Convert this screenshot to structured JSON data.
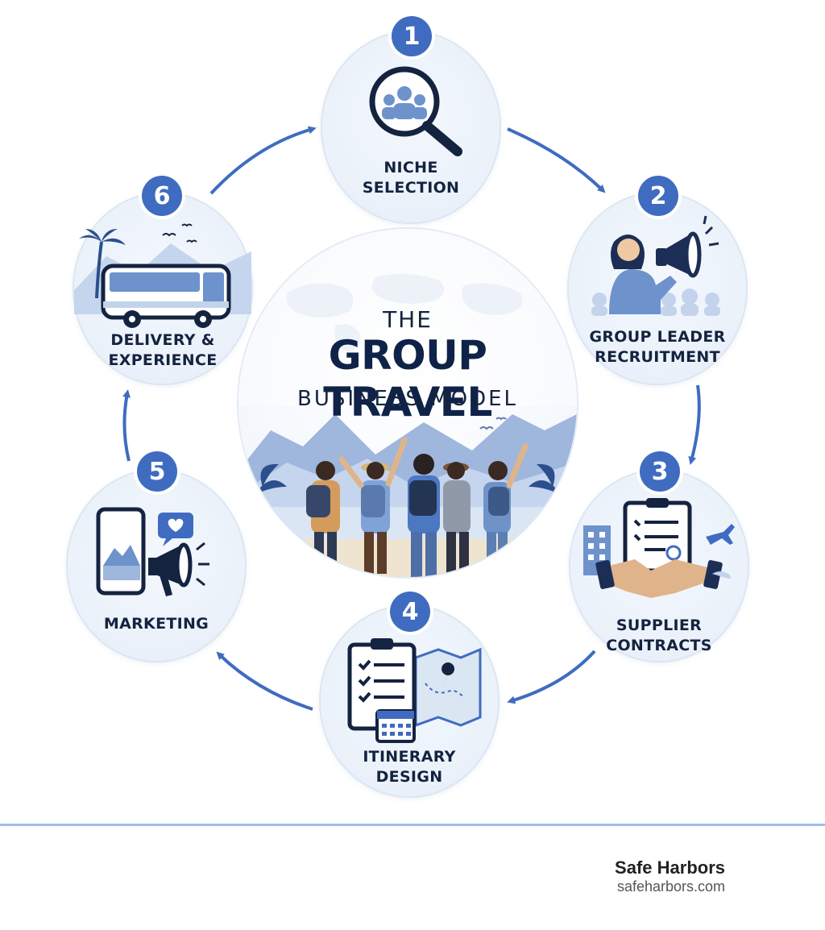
{
  "title": {
    "prefix": "THE",
    "main": "GROUP TRAVEL",
    "suffix": "BUSINESS MODEL"
  },
  "steps": [
    {
      "number": "1",
      "line1": "NICHE",
      "line2": "SELECTION",
      "icon": "magnifier-group-icon"
    },
    {
      "number": "2",
      "line1": "GROUP LEADER",
      "line2": "RECRUITMENT",
      "icon": "megaphone-leader-icon"
    },
    {
      "number": "3",
      "line1": "SUPPLIER",
      "line2": "CONTRACTS",
      "icon": "handshake-contract-icon"
    },
    {
      "number": "4",
      "line1": "ITINERARY",
      "line2": "DESIGN",
      "icon": "clipboard-map-icon"
    },
    {
      "number": "5",
      "line1": "MARKETING",
      "line2": "",
      "icon": "phone-megaphone-icon"
    },
    {
      "number": "6",
      "line1": "DELIVERY &",
      "line2": "EXPERIENCE",
      "icon": "tour-bus-icon"
    }
  ],
  "brand": {
    "name": "Safe Harbors",
    "url": "safeharbors.com"
  },
  "colors": {
    "accent": "#3f6cc0",
    "navy": "#0f2248",
    "light_blue": "#9dbde8"
  }
}
